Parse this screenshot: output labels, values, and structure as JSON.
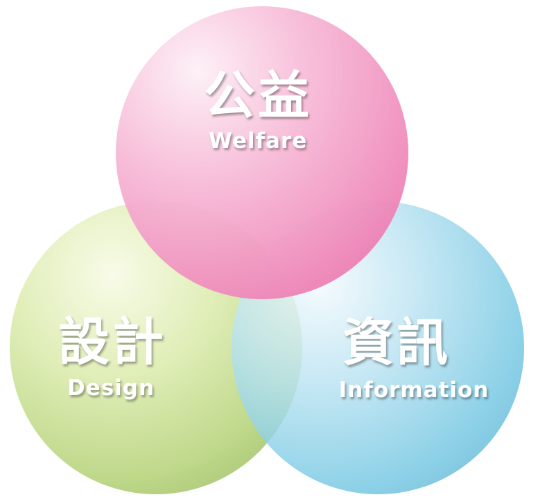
{
  "circles": [
    {
      "title": "公益",
      "subtitle": "Welfare",
      "color": "#ef88b9"
    },
    {
      "title": "設計",
      "subtitle": "Design",
      "color": "#bfd88a"
    },
    {
      "title": "資訊",
      "subtitle": "Information",
      "color": "#72c6e2"
    }
  ]
}
